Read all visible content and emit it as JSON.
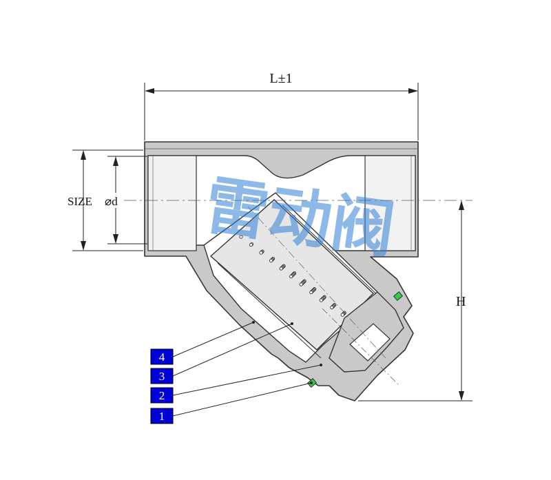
{
  "dimensions": {
    "length": "L±1",
    "size": "SIZE",
    "bore": "⌀d",
    "height": "H"
  },
  "callouts": [
    {
      "number": "4"
    },
    {
      "number": "3"
    },
    {
      "number": "2"
    },
    {
      "number": "1"
    }
  ],
  "watermark": {
    "text": "雷动阀",
    "color": "#2f7fd6"
  },
  "colors": {
    "body_fill": "#c9c9c9",
    "screen_fill": "#e6e6e6",
    "outline": "#333333",
    "callout_fill": "#0000d8",
    "gasket": "#2ecc40"
  }
}
